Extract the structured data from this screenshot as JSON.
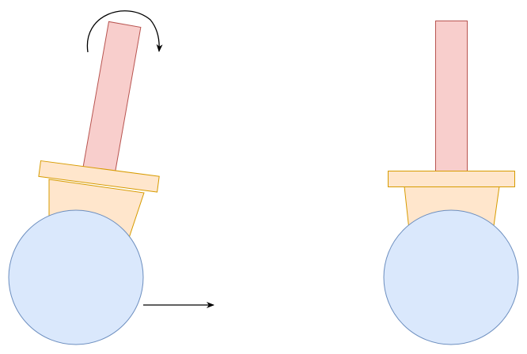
{
  "colors": {
    "wheel_fill": "#dae8fc",
    "wheel_stroke": "#6c8ebf",
    "base_fill": "#ffe6cc",
    "base_stroke": "#d79b00",
    "pole_fill": "#f8cecc",
    "pole_stroke": "#b85450",
    "arrow_stroke": "#000000",
    "background": "#ffffff"
  },
  "figures": [
    {
      "name": "tilted-pendulum-robot",
      "pole_tilt_deg": 10,
      "has_rotation_arrow": true,
      "has_motion_arrow": true
    },
    {
      "name": "upright-pendulum-robot",
      "pole_tilt_deg": 0,
      "has_rotation_arrow": false,
      "has_motion_arrow": false
    }
  ],
  "arrows": {
    "motion_direction": "right",
    "rotation_direction": "clockwise"
  }
}
